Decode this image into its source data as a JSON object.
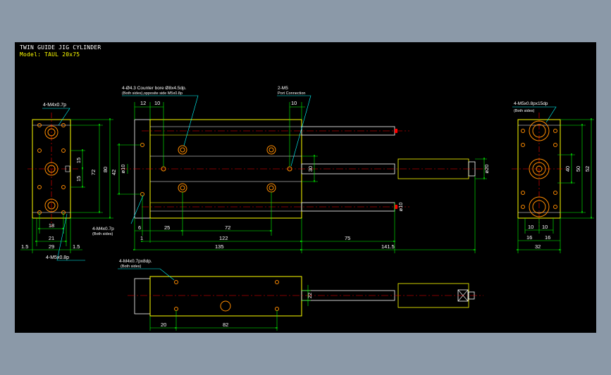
{
  "title": "TWIN GUIDE JIG CYLINDER",
  "model": "Model: TAUL 20x75",
  "colors": {
    "background_outer": "#8b99a8",
    "drawing_background": "#000000",
    "outline": "#ffff00",
    "edges": "#ffffff",
    "dimension": "#00ff00",
    "centerline": "#ff0000",
    "holes": "#ff8c00",
    "leaders": "#00ffff",
    "model_text": "#ffff00",
    "title_text": "#ffffff"
  },
  "annotations": {
    "left_view_tap": "4-M4x0.7p",
    "left_view_bottom_tap": "4-M5x0.8p",
    "front_holes": "4-Ø4.3 Counter bore Ø8x4.5dp.",
    "front_holes_note": "(Both sides),opposite side M5x0.8p",
    "port": "2-M5",
    "port_note": "Port Connection",
    "front_bottom_tap": "4-M4x0.7p",
    "front_bottom_tap_note": "(Both sides)",
    "right_view_tap": "4-M5x0.8px15dp",
    "right_view_tap_note": "(Both sides)",
    "bottom_view_tap": "4-M4x0.7px8dp.",
    "bottom_view_tap_note": "(Both sides)"
  },
  "dimensions": {
    "left_view": {
      "d18": "18",
      "d21": "21",
      "d29": "29",
      "d1_5a": "1.5",
      "d1_5b": "1.5",
      "d15a": "15",
      "d15b": "15",
      "d72": "72",
      "d80": "80"
    },
    "front_view": {
      "d12": "12",
      "d10a": "10",
      "d10b": "10",
      "d42": "42",
      "d10_dia": "ø10",
      "d30": "30",
      "d20_dia": "ø20",
      "d10_rod": "ø10",
      "d6": "6",
      "d1": "1",
      "d25": "25",
      "d72": "72",
      "d122": "122",
      "d75": "75",
      "d135": "135",
      "d141_5": "141.5"
    },
    "right_view": {
      "d40": "40",
      "d50": "50",
      "d52": "52",
      "d10a": "10",
      "d10b": "10",
      "d16a": "16",
      "d16b": "16",
      "d32": "32"
    },
    "bottom_view": {
      "d20": "20",
      "d82": "82",
      "d22": "22"
    }
  }
}
